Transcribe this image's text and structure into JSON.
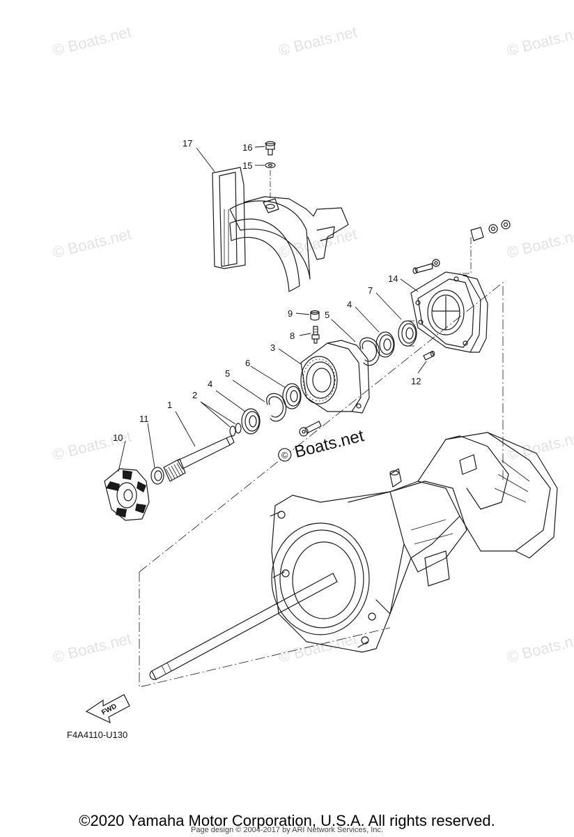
{
  "watermark": {
    "text": "© Boats.net"
  },
  "brand_logo": {
    "text": "Boats.net"
  },
  "diagram": {
    "callouts": [
      "1",
      "2",
      "3",
      "4",
      "5",
      "6",
      "7",
      "8",
      "9",
      "10",
      "11",
      "12",
      "14",
      "15",
      "16",
      "17"
    ],
    "fwd_label": "FWD",
    "diagram_code": "F4A4110-U130"
  },
  "footer": {
    "copyright": "©2020 Yamaha Motor Corporation, U.S.A. All rights reserved.",
    "design_credit": "Page design © 2004-2017 by ARI Network Services, Inc."
  }
}
